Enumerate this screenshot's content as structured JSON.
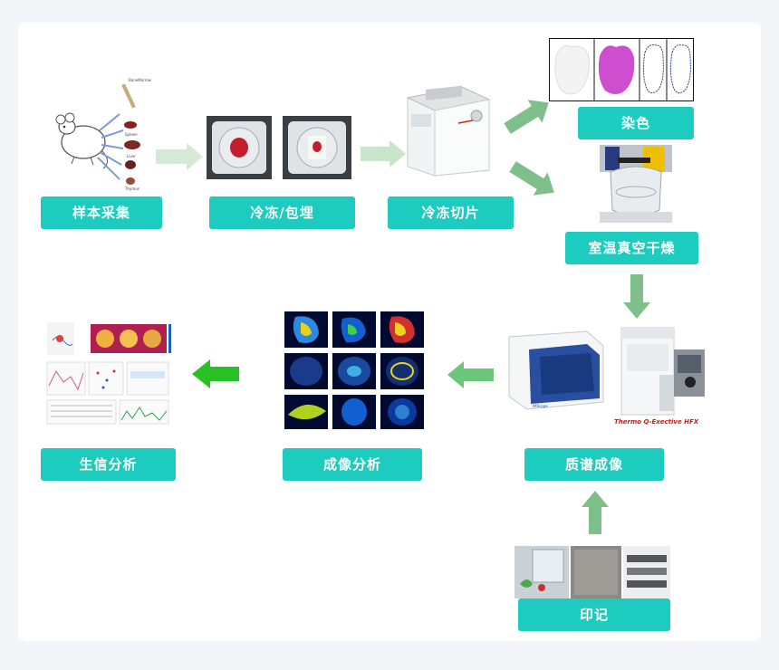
{
  "steps": {
    "sampling": "样本采集",
    "cryo_embed": "冷冻/包埋",
    "cryo_section": "冷冻切片",
    "staining": "染色",
    "vacuum_dry": "室温真空干燥",
    "mass_imaging": "质谱成像",
    "imaging_analysis": "成像分析",
    "bioinfo_analysis": "生信分析",
    "imprint": "印记"
  },
  "sampling_image_labels": {
    "bone": "BoneMarrow",
    "spleen": "Spleen",
    "liver": "Liver",
    "thymus": "Thymus"
  },
  "instrument_caption": "Thermo Q-Exective HFX",
  "colors": {
    "label_bg": "#1ecbbf",
    "arrow_light": "#d4ead7",
    "arrow_mid": "#7fc08a",
    "arrow_bright": "#29c023"
  }
}
